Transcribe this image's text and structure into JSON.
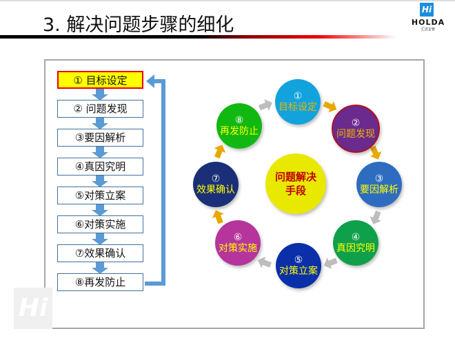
{
  "header": {
    "title": "3. 解决问题步骤的细化"
  },
  "logo": {
    "mark": "Hi",
    "name": "HOLDA",
    "sub": "汇达企管"
  },
  "steps": [
    {
      "label": "① 目标设定"
    },
    {
      "label": "② 问题发现"
    },
    {
      "label": "③要因解析"
    },
    {
      "label": "④真因究明"
    },
    {
      "label": "⑤对策立案"
    },
    {
      "label": "⑥对策实施"
    },
    {
      "label": "⑦效果确认"
    },
    {
      "label": "⑧再发防止"
    }
  ],
  "cycle": {
    "center": "问题解决手段",
    "center_lines": [
      "问题解决",
      "手段"
    ],
    "nodes": [
      {
        "num": "①",
        "label": "目标设定",
        "color": "#12a3dc",
        "label_color": "#f0b400"
      },
      {
        "num": "②",
        "label": "问题发现",
        "color": "#6b2a8e",
        "label_color": "#f0b400"
      },
      {
        "num": "③",
        "label": "要因解析",
        "color": "#2e6cc0",
        "label_color": "#ffff00"
      },
      {
        "num": "④",
        "label": "真因究明",
        "color": "#0ea04a",
        "label_color": "#ffff00"
      },
      {
        "num": "⑤",
        "label": "对策立案",
        "color": "#0a2fa8",
        "label_color": "#ffff00"
      },
      {
        "num": "⑥",
        "label": "对策实施",
        "color": "#b5359c",
        "label_color": "#ffff00"
      },
      {
        "num": "⑦",
        "label": "效果确认",
        "color": "#1a2f78",
        "label_color": "#ffff00"
      },
      {
        "num": "⑧",
        "label": "再发防止",
        "color": "#12b812",
        "label_color": "#ffff00"
      }
    ]
  },
  "colors": {
    "center": "#e8e800",
    "arrow_blue": "#5b9bd5",
    "arrow_gold": "#e8a800",
    "arrow_gray": "#bdbdbd"
  }
}
